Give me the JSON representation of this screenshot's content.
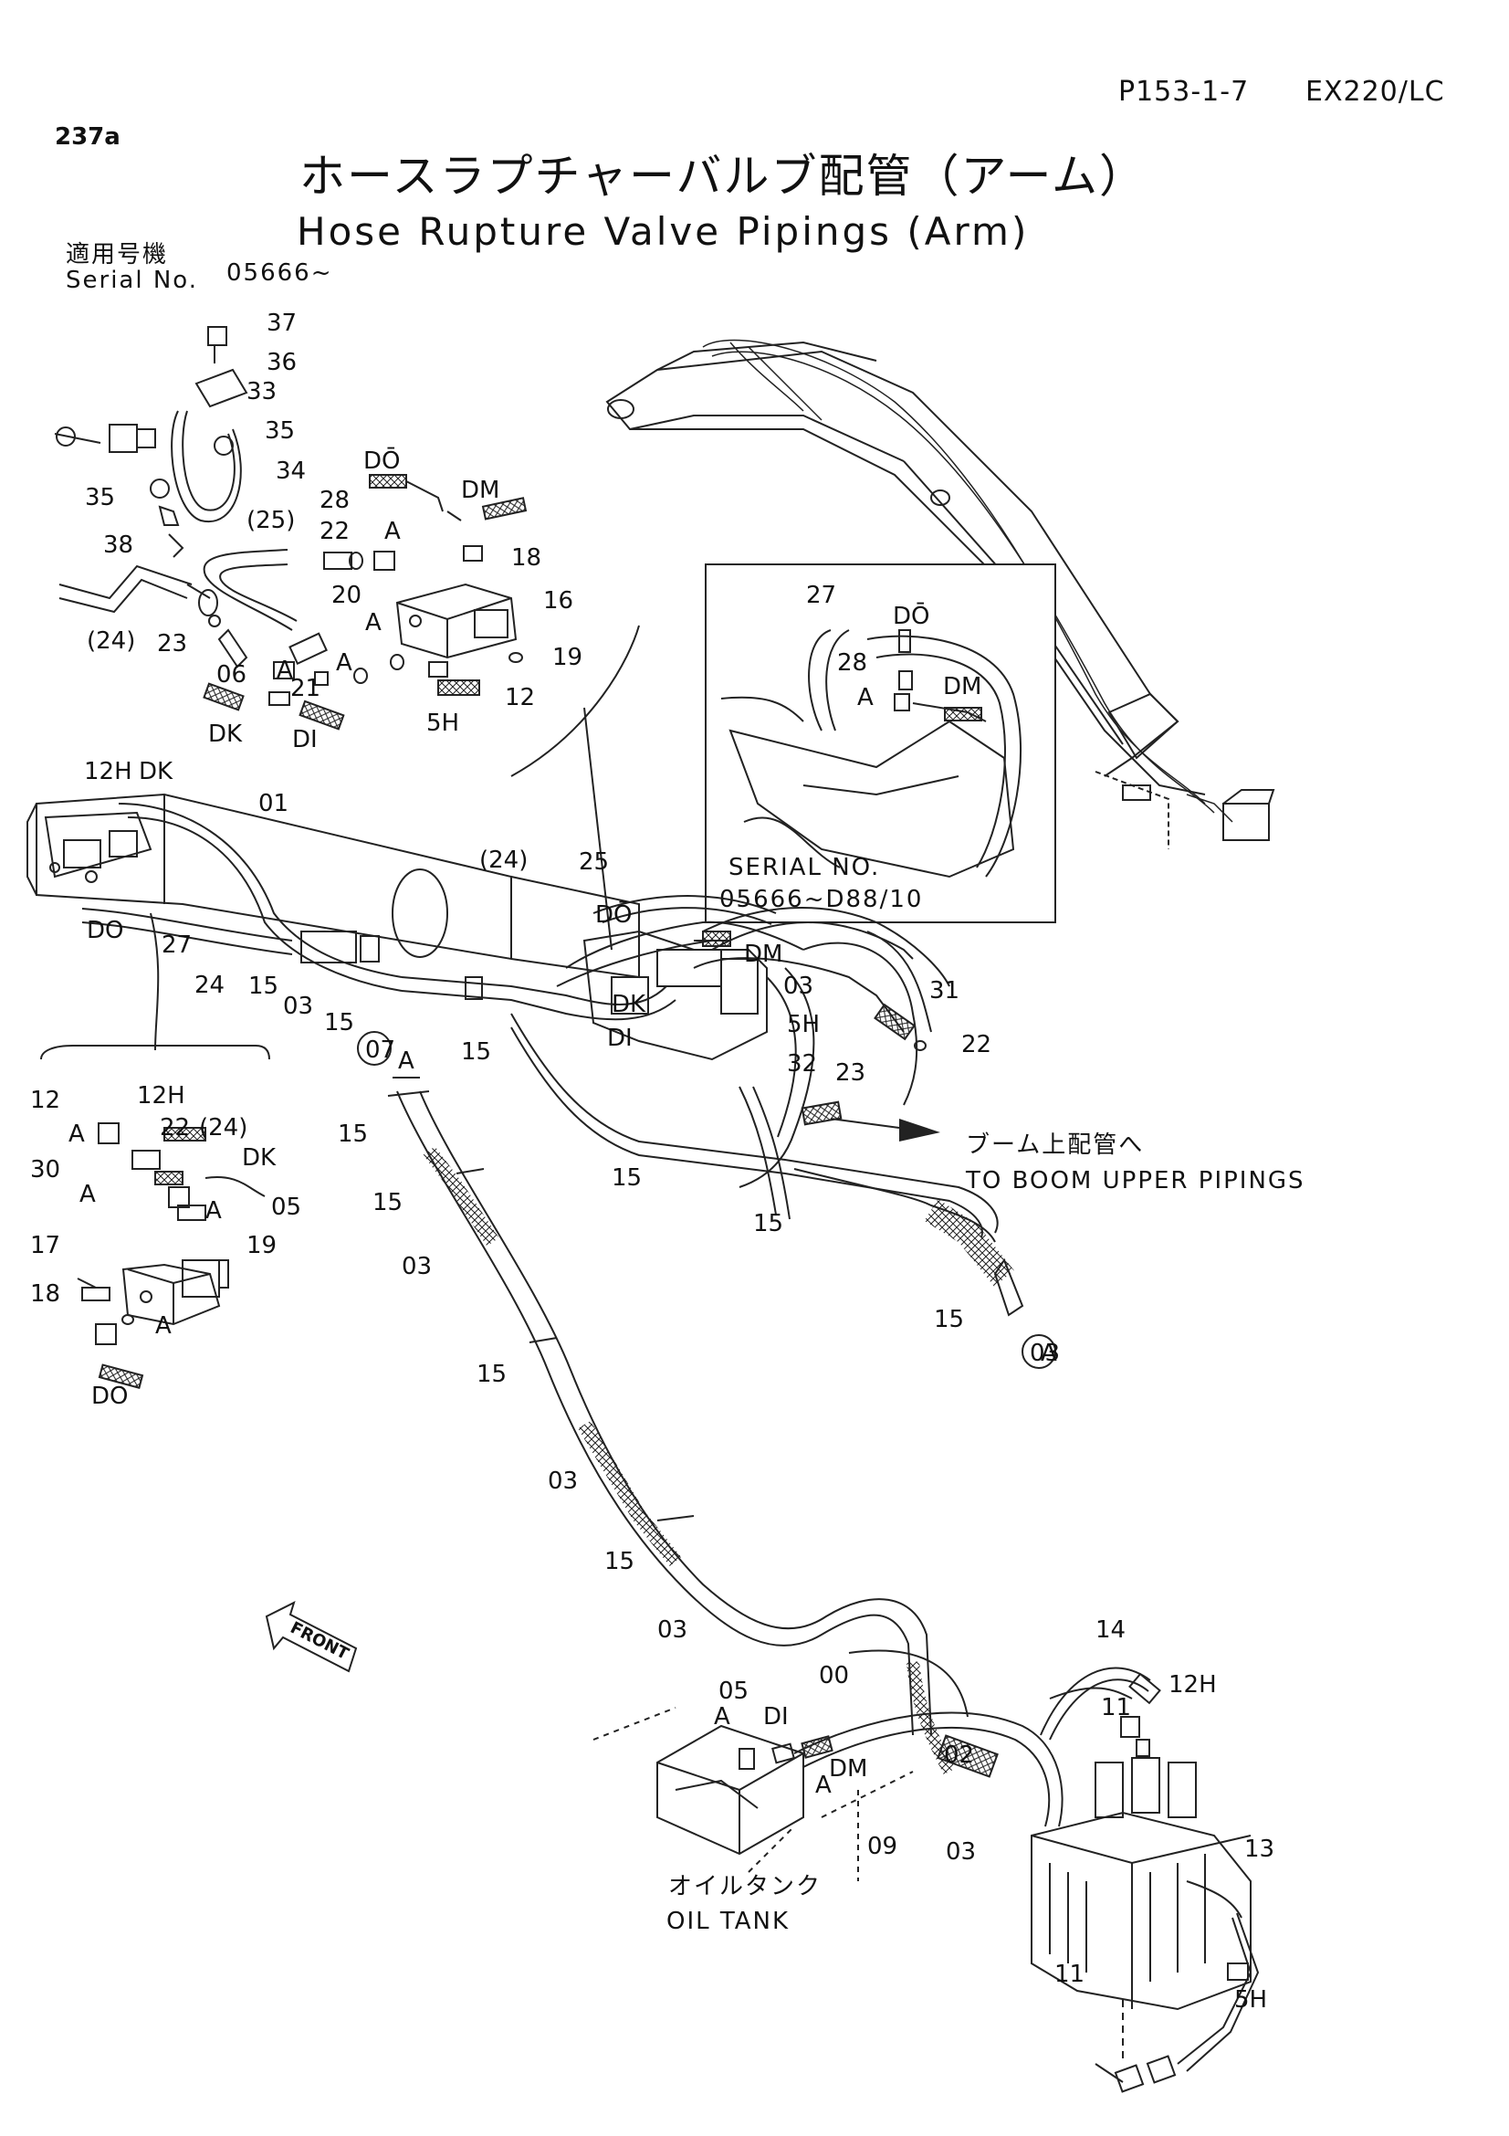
{
  "header": {
    "page_ref": "P153-1-7",
    "model": "EX220/LC",
    "page_no": "237a"
  },
  "title": {
    "japanese": "ホースラプチャーバルブ配管（アーム）",
    "english": "Hose Rupture Valve Pipings (Arm)"
  },
  "serial": {
    "label_jp": "適用号機",
    "label_en": "Serial No.",
    "value": "05666~"
  },
  "inset": {
    "serial_label": "SERIAL  NO.",
    "serial_range": "05666~D88/10"
  },
  "callouts": {
    "to_boom_jp": "ブーム上配管へ",
    "to_boom_en": "TO  BOOM  UPPER  PIPINGS",
    "oil_tank_jp": "オイルタンク",
    "oil_tank_en": "OIL  TANK",
    "front": "FRONT"
  },
  "labels": [
    "37",
    "36",
    "33",
    "35",
    "34",
    "35",
    "38",
    "DŌ",
    "DM",
    "28",
    "A",
    "18",
    "(25)",
    "22",
    "16",
    "20",
    "A",
    "19",
    "(24)",
    "23",
    "06",
    "A",
    "A",
    "12",
    "21",
    "5H",
    "DK",
    "DI",
    "27",
    "DŌ",
    "28",
    "DM",
    "A",
    "12H",
    "DK",
    "01",
    "DO",
    "27",
    "24",
    "15",
    "03",
    "15",
    "(24)",
    "25",
    "DŌ",
    "DM",
    "DK",
    "03",
    "DI",
    "5H",
    "15",
    "31",
    "22",
    "32",
    "23",
    "15",
    "15",
    "12H",
    "12",
    "A",
    "22",
    "(24)",
    "DK",
    "30",
    "A",
    "05",
    "A",
    "17",
    "19",
    "18",
    "A",
    "07",
    "DO",
    "A",
    "15",
    "15",
    "03",
    "15",
    "03",
    "15",
    "03",
    "03",
    "15",
    "A",
    "14",
    "12H",
    "11",
    "05",
    "00",
    "DI",
    "A",
    "DM",
    "02",
    "09",
    "A",
    "03",
    "13",
    "11",
    "5H"
  ]
}
